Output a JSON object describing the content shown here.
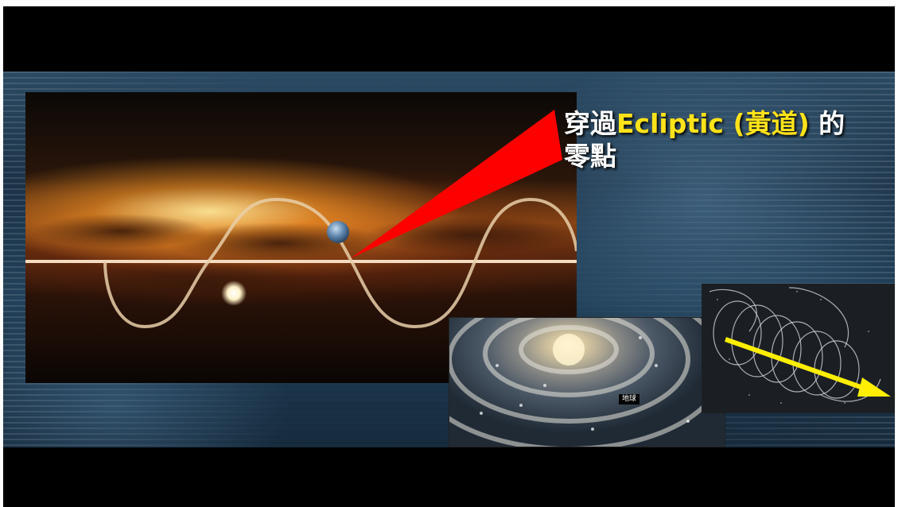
{
  "caption": {
    "line1_prefix": "穿過",
    "line1_highlight": "Ecliptic (黃道)",
    "line1_suffix": " 的",
    "line2": "零點"
  },
  "spiral_label": "地球",
  "colors": {
    "caption_text": "#ffffff",
    "caption_highlight": "#ffe21a",
    "pointer_red": "#ff0000",
    "arrow_yellow": "#ffee00",
    "orbit_line": "#e9cfa9"
  },
  "icons": {
    "planet": "earth-icon",
    "sun": "sun-icon",
    "pointer": "red-pointer-wedge",
    "direction": "yellow-arrow-icon"
  }
}
